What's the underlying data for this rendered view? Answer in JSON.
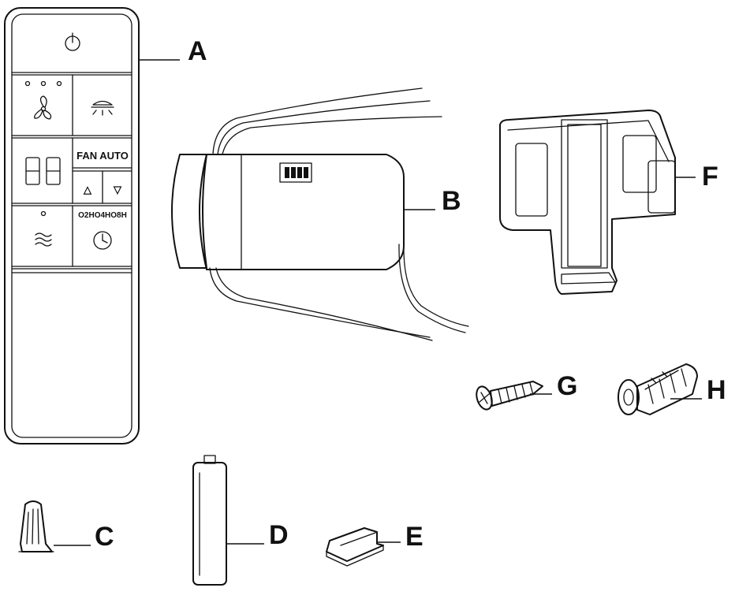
{
  "parts": [
    {
      "id": "remote",
      "letter": "A"
    },
    {
      "id": "receiver",
      "letter": "B"
    },
    {
      "id": "wire-nut",
      "letter": "C"
    },
    {
      "id": "battery",
      "letter": "D"
    },
    {
      "id": "adhesive-pad",
      "letter": "E"
    },
    {
      "id": "wall-bracket",
      "letter": "F"
    },
    {
      "id": "screw",
      "letter": "G"
    },
    {
      "id": "anchor",
      "letter": "H"
    }
  ],
  "remote": {
    "fan_auto_label": "FAN AUTO",
    "timer_label": "O2HO4HO8H",
    "up_arrow": "△",
    "down_arrow": "▽"
  },
  "colors": {
    "line": "#111111",
    "background": "#ffffff"
  }
}
